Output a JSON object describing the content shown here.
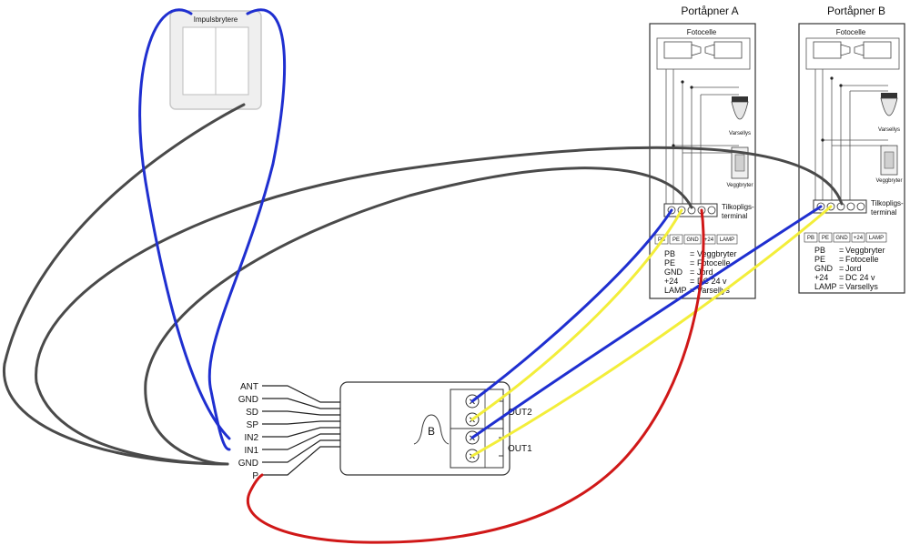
{
  "switch": {
    "label": "Impulsbrytere"
  },
  "module": {
    "pins": [
      "ANT",
      "GND",
      "SD",
      "SP",
      "IN2",
      "IN1",
      "GND",
      "P"
    ],
    "center_label": "B",
    "outputs": [
      "OUT2",
      "OUT1"
    ]
  },
  "openers": [
    {
      "title": "Portåpner A",
      "photocell": "Fotocelle",
      "warning_light": "Varsellys",
      "wall_switch": "Veggbryter",
      "terminal_label_1": "Tilkopligs-",
      "terminal_label_2": "terminal",
      "terminals": [
        "PB",
        "PE",
        "GND",
        "+24",
        "LAMP"
      ],
      "legend": [
        {
          "key": "PB",
          "value": "Veggbryter"
        },
        {
          "key": "PE",
          "value": "Fotocelle"
        },
        {
          "key": "GND",
          "value": "Jord"
        },
        {
          "key": "+24",
          "value": "DC 24 v"
        },
        {
          "key": "LAMP",
          "value": "Varsellys"
        }
      ]
    },
    {
      "title": "Portåpner B",
      "photocell": "Fotocelle",
      "warning_light": "Varsellys",
      "wall_switch": "Veggbryter",
      "terminal_label_1": "Tilkopligs-",
      "terminal_label_2": "terminal",
      "terminals": [
        "PB",
        "PE",
        "GND",
        "+24",
        "LAMP"
      ],
      "legend": [
        {
          "key": "PB",
          "value": "Veggbryter"
        },
        {
          "key": "PE",
          "value": "Fotocelle"
        },
        {
          "key": "GND",
          "value": "Jord"
        },
        {
          "key": "+24",
          "value": "DC 24 v"
        },
        {
          "key": "LAMP",
          "value": "Varsellys"
        }
      ]
    }
  ],
  "colors": {
    "blue": "#1f2fd0",
    "yellow": "#f3ee3a",
    "red": "#d01818",
    "gray": "#4a4a4a"
  }
}
